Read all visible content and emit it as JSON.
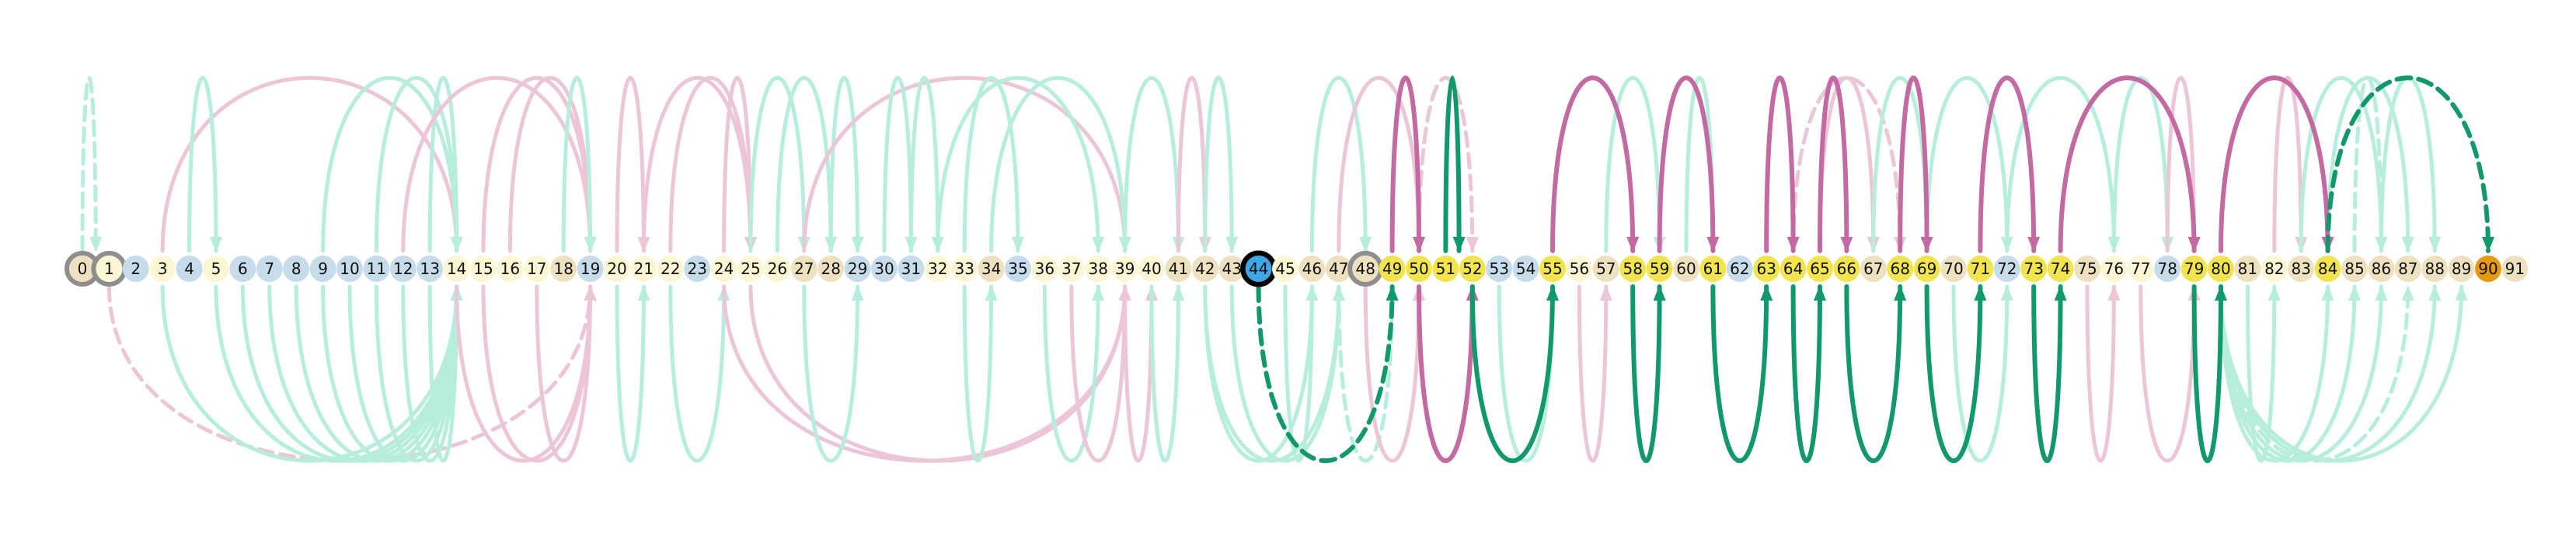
{
  "colors": {
    "light_blue": "#c6dcea",
    "cream": "#fbf6d4",
    "beige": "#eee1bf",
    "yellow": "#f1e44f",
    "orange": "#e69a12",
    "bright_blue": "#3fa7e6",
    "gray_ring": "#8e8e8e",
    "black_ring": "#000000",
    "mint_faded": "#b6eedb",
    "pink_faded": "#ecc6d6",
    "green_strong": "#11996b",
    "magenta_strong": "#c46aa3"
  },
  "nodes": [
    {
      "id": "0",
      "fill": "beige",
      "ring": "gray"
    },
    {
      "id": "1",
      "fill": "cream",
      "ring": "gray"
    },
    {
      "id": "2",
      "fill": "light_blue"
    },
    {
      "id": "3",
      "fill": "cream"
    },
    {
      "id": "4",
      "fill": "light_blue"
    },
    {
      "id": "5",
      "fill": "cream"
    },
    {
      "id": "6",
      "fill": "light_blue"
    },
    {
      "id": "7",
      "fill": "light_blue"
    },
    {
      "id": "8",
      "fill": "light_blue"
    },
    {
      "id": "9",
      "fill": "light_blue"
    },
    {
      "id": "10",
      "fill": "light_blue"
    },
    {
      "id": "11",
      "fill": "light_blue"
    },
    {
      "id": "12",
      "fill": "light_blue"
    },
    {
      "id": "13",
      "fill": "light_blue"
    },
    {
      "id": "14",
      "fill": "cream"
    },
    {
      "id": "15",
      "fill": "cream"
    },
    {
      "id": "16",
      "fill": "cream"
    },
    {
      "id": "17",
      "fill": "cream"
    },
    {
      "id": "18",
      "fill": "beige"
    },
    {
      "id": "19",
      "fill": "light_blue"
    },
    {
      "id": "20",
      "fill": "cream"
    },
    {
      "id": "21",
      "fill": "cream"
    },
    {
      "id": "22",
      "fill": "cream"
    },
    {
      "id": "23",
      "fill": "light_blue"
    },
    {
      "id": "24",
      "fill": "cream"
    },
    {
      "id": "25",
      "fill": "cream"
    },
    {
      "id": "26",
      "fill": "cream"
    },
    {
      "id": "27",
      "fill": "beige"
    },
    {
      "id": "28",
      "fill": "beige"
    },
    {
      "id": "29",
      "fill": "light_blue"
    },
    {
      "id": "30",
      "fill": "light_blue"
    },
    {
      "id": "31",
      "fill": "light_blue"
    },
    {
      "id": "32",
      "fill": "cream"
    },
    {
      "id": "33",
      "fill": "cream"
    },
    {
      "id": "34",
      "fill": "beige"
    },
    {
      "id": "35",
      "fill": "light_blue"
    },
    {
      "id": "36",
      "fill": "cream"
    },
    {
      "id": "37",
      "fill": "cream"
    },
    {
      "id": "38",
      "fill": "cream"
    },
    {
      "id": "39",
      "fill": "cream"
    },
    {
      "id": "40",
      "fill": "cream"
    },
    {
      "id": "41",
      "fill": "beige"
    },
    {
      "id": "42",
      "fill": "beige"
    },
    {
      "id": "43",
      "fill": "beige"
    },
    {
      "id": "44",
      "fill": "bright_blue",
      "ring": "black"
    },
    {
      "id": "45",
      "fill": "cream"
    },
    {
      "id": "46",
      "fill": "beige"
    },
    {
      "id": "47",
      "fill": "beige"
    },
    {
      "id": "48",
      "fill": "beige",
      "ring": "gray"
    },
    {
      "id": "49",
      "fill": "yellow"
    },
    {
      "id": "50",
      "fill": "yellow"
    },
    {
      "id": "51",
      "fill": "yellow"
    },
    {
      "id": "52",
      "fill": "yellow"
    },
    {
      "id": "53",
      "fill": "light_blue"
    },
    {
      "id": "54",
      "fill": "light_blue"
    },
    {
      "id": "55",
      "fill": "yellow"
    },
    {
      "id": "56",
      "fill": "cream"
    },
    {
      "id": "57",
      "fill": "beige"
    },
    {
      "id": "58",
      "fill": "yellow"
    },
    {
      "id": "59",
      "fill": "yellow"
    },
    {
      "id": "60",
      "fill": "beige"
    },
    {
      "id": "61",
      "fill": "yellow"
    },
    {
      "id": "62",
      "fill": "light_blue"
    },
    {
      "id": "63",
      "fill": "yellow"
    },
    {
      "id": "64",
      "fill": "yellow"
    },
    {
      "id": "65",
      "fill": "yellow"
    },
    {
      "id": "66",
      "fill": "yellow"
    },
    {
      "id": "67",
      "fill": "beige"
    },
    {
      "id": "68",
      "fill": "yellow"
    },
    {
      "id": "69",
      "fill": "yellow"
    },
    {
      "id": "70",
      "fill": "beige"
    },
    {
      "id": "71",
      "fill": "yellow"
    },
    {
      "id": "72",
      "fill": "light_blue"
    },
    {
      "id": "73",
      "fill": "yellow"
    },
    {
      "id": "74",
      "fill": "yellow"
    },
    {
      "id": "75",
      "fill": "beige"
    },
    {
      "id": "76",
      "fill": "cream"
    },
    {
      "id": "77",
      "fill": "cream"
    },
    {
      "id": "78",
      "fill": "light_blue"
    },
    {
      "id": "79",
      "fill": "yellow"
    },
    {
      "id": "80",
      "fill": "yellow"
    },
    {
      "id": "81",
      "fill": "beige"
    },
    {
      "id": "82",
      "fill": "cream"
    },
    {
      "id": "83",
      "fill": "beige"
    },
    {
      "id": "84",
      "fill": "yellow"
    },
    {
      "id": "85",
      "fill": "beige"
    },
    {
      "id": "86",
      "fill": "beige"
    },
    {
      "id": "87",
      "fill": "beige"
    },
    {
      "id": "88",
      "fill": "beige"
    },
    {
      "id": "89",
      "fill": "beige"
    },
    {
      "id": "90",
      "fill": "orange"
    },
    {
      "id": "91",
      "fill": "beige"
    }
  ],
  "strong_arcs": [
    {
      "from": 44,
      "to": 49,
      "side": "below",
      "color": "green_strong",
      "dashed": true
    },
    {
      "from": 50,
      "to": 52,
      "side": "below",
      "color": "magenta_strong",
      "dashed": false
    },
    {
      "from": 49,
      "to": 50,
      "side": "above",
      "color": "magenta_strong",
      "dashed": false
    },
    {
      "from": 51,
      "to": 51.5,
      "side": "above",
      "color": "green_strong",
      "dashed": false
    },
    {
      "from": 52,
      "to": 55,
      "side": "below",
      "color": "green_strong",
      "dashed": false
    },
    {
      "from": 55,
      "to": 58,
      "side": "above",
      "color": "magenta_strong",
      "dashed": false
    },
    {
      "from": 59,
      "to": 61,
      "side": "above",
      "color": "magenta_strong",
      "dashed": false
    },
    {
      "from": 58,
      "to": 59,
      "side": "below",
      "color": "green_strong",
      "dashed": false
    },
    {
      "from": 63,
      "to": 64,
      "side": "above",
      "color": "magenta_strong",
      "dashed": false
    },
    {
      "from": 65,
      "to": 66,
      "side": "above",
      "color": "magenta_strong",
      "dashed": false
    },
    {
      "from": 61,
      "to": 63,
      "side": "below",
      "color": "green_strong",
      "dashed": false
    },
    {
      "from": 64,
      "to": 65,
      "side": "below",
      "color": "green_strong",
      "dashed": false
    },
    {
      "from": 66,
      "to": 68,
      "side": "below",
      "color": "green_strong",
      "dashed": false
    },
    {
      "from": 68,
      "to": 69,
      "side": "above",
      "color": "magenta_strong",
      "dashed": false
    },
    {
      "from": 69,
      "to": 71,
      "side": "below",
      "color": "green_strong",
      "dashed": false
    },
    {
      "from": 71,
      "to": 73,
      "side": "above",
      "color": "magenta_strong",
      "dashed": false
    },
    {
      "from": 74,
      "to": 79,
      "side": "above",
      "color": "magenta_strong",
      "dashed": false
    },
    {
      "from": 73,
      "to": 74,
      "side": "below",
      "color": "green_strong",
      "dashed": false
    },
    {
      "from": 80,
      "to": 84,
      "side": "above",
      "color": "magenta_strong",
      "dashed": false
    },
    {
      "from": 79,
      "to": 80,
      "side": "below",
      "color": "green_strong",
      "dashed": false
    },
    {
      "from": 84,
      "to": 90,
      "side": "above",
      "color": "green_strong",
      "dashed": true
    }
  ],
  "faded_arcs": [
    {
      "from": 0,
      "to": 0.5,
      "side": "above",
      "color": "mint_faded",
      "dashed": true
    },
    {
      "from": 1,
      "to": 19,
      "side": "below",
      "color": "pink_faded",
      "dashed": true
    },
    {
      "from": 3,
      "to": 14,
      "side": "above",
      "color": "pink_faded",
      "dashed": false
    },
    {
      "from": 4,
      "to": 5,
      "side": "above",
      "color": "mint_faded",
      "dashed": false
    },
    {
      "from": 3,
      "to": 14,
      "side": "below",
      "color": "mint_faded",
      "dashed": false
    },
    {
      "from": 5,
      "to": 14,
      "side": "below",
      "color": "mint_faded",
      "dashed": false
    },
    {
      "from": 6,
      "to": 14,
      "side": "below",
      "color": "mint_faded",
      "dashed": false
    },
    {
      "from": 7,
      "to": 14,
      "side": "below",
      "color": "mint_faded",
      "dashed": false
    },
    {
      "from": 8,
      "to": 14,
      "side": "below",
      "color": "mint_faded",
      "dashed": false
    },
    {
      "from": 9,
      "to": 14,
      "side": "below",
      "color": "mint_faded",
      "dashed": false
    },
    {
      "from": 10,
      "to": 14,
      "side": "below",
      "color": "mint_faded",
      "dashed": false
    },
    {
      "from": 11,
      "to": 14,
      "side": "below",
      "color": "mint_faded",
      "dashed": false
    },
    {
      "from": 12,
      "to": 14,
      "side": "below",
      "color": "mint_faded",
      "dashed": false
    },
    {
      "from": 13,
      "to": 14,
      "side": "below",
      "color": "mint_faded",
      "dashed": false
    },
    {
      "from": 9,
      "to": 14,
      "side": "above",
      "color": "mint_faded",
      "dashed": false
    },
    {
      "from": 11,
      "to": 14,
      "side": "above",
      "color": "mint_faded",
      "dashed": false
    },
    {
      "from": 13,
      "to": 14,
      "side": "above",
      "color": "mint_faded",
      "dashed": false
    },
    {
      "from": 12,
      "to": 19,
      "side": "above",
      "color": "pink_faded",
      "dashed": false
    },
    {
      "from": 15,
      "to": 19,
      "side": "above",
      "color": "pink_faded",
      "dashed": false
    },
    {
      "from": 16,
      "to": 19,
      "side": "above",
      "color": "pink_faded",
      "dashed": false
    },
    {
      "from": 14,
      "to": 19,
      "side": "below",
      "color": "pink_faded",
      "dashed": false
    },
    {
      "from": 15,
      "to": 19,
      "side": "below",
      "color": "pink_faded",
      "dashed": false
    },
    {
      "from": 17,
      "to": 19,
      "side": "below",
      "color": "pink_faded",
      "dashed": false
    },
    {
      "from": 18,
      "to": 19,
      "side": "above",
      "color": "mint_faded",
      "dashed": false
    },
    {
      "from": 20,
      "to": 21,
      "side": "above",
      "color": "pink_faded",
      "dashed": false
    },
    {
      "from": 21,
      "to": 25,
      "side": "above",
      "color": "pink_faded",
      "dashed": false
    },
    {
      "from": 22,
      "to": 25,
      "side": "above",
      "color": "pink_faded",
      "dashed": false
    },
    {
      "from": 24,
      "to": 25,
      "side": "above",
      "color": "pink_faded",
      "dashed": false
    },
    {
      "from": 20,
      "to": 21,
      "side": "below",
      "color": "mint_faded",
      "dashed": false
    },
    {
      "from": 22,
      "to": 24,
      "side": "below",
      "color": "mint_faded",
      "dashed": false
    },
    {
      "from": 24,
      "to": 39,
      "side": "below",
      "color": "pink_faded",
      "dashed": false
    },
    {
      "from": 25,
      "to": 39,
      "side": "below",
      "color": "pink_faded",
      "dashed": false
    },
    {
      "from": 25,
      "to": 27,
      "side": "above",
      "color": "mint_faded",
      "dashed": false
    },
    {
      "from": 26,
      "to": 28,
      "side": "above",
      "color": "mint_faded",
      "dashed": false
    },
    {
      "from": 27,
      "to": 29,
      "side": "below",
      "color": "mint_faded",
      "dashed": false
    },
    {
      "from": 28,
      "to": 29,
      "side": "above",
      "color": "mint_faded",
      "dashed": false
    },
    {
      "from": 27,
      "to": 39,
      "side": "above",
      "color": "pink_faded",
      "dashed": false
    },
    {
      "from": 30,
      "to": 31,
      "side": "above",
      "color": "mint_faded",
      "dashed": false
    },
    {
      "from": 31,
      "to": 32,
      "side": "above",
      "color": "mint_faded",
      "dashed": false
    },
    {
      "from": 32,
      "to": 38,
      "side": "above",
      "color": "mint_faded",
      "dashed": false
    },
    {
      "from": 33,
      "to": 35,
      "side": "above",
      "color": "mint_faded",
      "dashed": false
    },
    {
      "from": 34,
      "to": 39,
      "side": "above",
      "color": "mint_faded",
      "dashed": false
    },
    {
      "from": 36,
      "to": 38,
      "side": "below",
      "color": "mint_faded",
      "dashed": false
    },
    {
      "from": 33,
      "to": 34,
      "side": "below",
      "color": "mint_faded",
      "dashed": false
    },
    {
      "from": 37,
      "to": 39,
      "side": "below",
      "color": "pink_faded",
      "dashed": false
    },
    {
      "from": 39,
      "to": 41,
      "side": "above",
      "color": "mint_faded",
      "dashed": false
    },
    {
      "from": 39,
      "to": 40,
      "side": "below",
      "color": "pink_faded",
      "dashed": false
    },
    {
      "from": 40,
      "to": 41,
      "side": "below",
      "color": "mint_faded",
      "dashed": false
    },
    {
      "from": 41,
      "to": 42,
      "side": "above",
      "color": "pink_faded",
      "dashed": false
    },
    {
      "from": 42,
      "to": 43,
      "side": "above",
      "color": "mint_faded",
      "dashed": false
    },
    {
      "from": 42,
      "to": 46,
      "side": "below",
      "color": "mint_faded",
      "dashed": false
    },
    {
      "from": 42,
      "to": 47,
      "side": "below",
      "color": "mint_faded",
      "dashed": false
    },
    {
      "from": 43,
      "to": 47,
      "side": "below",
      "color": "mint_faded",
      "dashed": false
    },
    {
      "from": 45,
      "to": 46,
      "side": "below",
      "color": "mint_faded",
      "dashed": false
    },
    {
      "from": 46,
      "to": 48,
      "side": "above",
      "color": "mint_faded",
      "dashed": false
    },
    {
      "from": 47,
      "to": 50,
      "side": "above",
      "color": "pink_faded",
      "dashed": false
    },
    {
      "from": 47,
      "to": 49,
      "side": "below",
      "color": "mint_faded",
      "dashed": true
    },
    {
      "from": 48,
      "to": 50,
      "side": "below",
      "color": "pink_faded",
      "dashed": false
    },
    {
      "from": 50,
      "to": 52,
      "side": "above",
      "color": "pink_faded",
      "dashed": true
    },
    {
      "from": 53,
      "to": 55,
      "side": "below",
      "color": "mint_faded",
      "dashed": false
    },
    {
      "from": 56,
      "to": 57,
      "side": "below",
      "color": "pink_faded",
      "dashed": false
    },
    {
      "from": 57,
      "to": 59,
      "side": "above",
      "color": "mint_faded",
      "dashed": false
    },
    {
      "from": 60,
      "to": 61,
      "side": "above",
      "color": "mint_faded",
      "dashed": false
    },
    {
      "from": 64,
      "to": 68,
      "side": "above",
      "color": "pink_faded",
      "dashed": true
    },
    {
      "from": 65,
      "to": 67,
      "side": "above",
      "color": "pink_faded",
      "dashed": false
    },
    {
      "from": 67,
      "to": 69,
      "side": "above",
      "color": "mint_faded",
      "dashed": false
    },
    {
      "from": 69,
      "to": 72,
      "side": "above",
      "color": "mint_faded",
      "dashed": false
    },
    {
      "from": 70,
      "to": 72,
      "side": "below",
      "color": "mint_faded",
      "dashed": false
    },
    {
      "from": 72,
      "to": 76,
      "side": "above",
      "color": "mint_faded",
      "dashed": false
    },
    {
      "from": 75,
      "to": 76,
      "side": "below",
      "color": "pink_faded",
      "dashed": false
    },
    {
      "from": 76,
      "to": 78,
      "side": "above",
      "color": "mint_faded",
      "dashed": false
    },
    {
      "from": 77,
      "to": 79,
      "side": "below",
      "color": "pink_faded",
      "dashed": false
    },
    {
      "from": 78,
      "to": 79,
      "side": "above",
      "color": "pink_faded",
      "dashed": false
    },
    {
      "from": 81,
      "to": 82,
      "side": "below",
      "color": "mint_faded",
      "dashed": false
    },
    {
      "from": 82,
      "to": 83,
      "side": "above",
      "color": "pink_faded",
      "dashed": false
    },
    {
      "from": 83,
      "to": 86,
      "side": "above",
      "color": "mint_faded",
      "dashed": false
    },
    {
      "from": 84,
      "to": 87,
      "side": "above",
      "color": "mint_faded",
      "dashed": false
    },
    {
      "from": 85,
      "to": 86,
      "side": "above",
      "color": "mint_faded",
      "dashed": true
    },
    {
      "from": 86,
      "to": 88,
      "side": "above",
      "color": "mint_faded",
      "dashed": false
    },
    {
      "from": 80,
      "to": 84,
      "side": "below",
      "color": "mint_faded",
      "dashed": false
    },
    {
      "from": 80,
      "to": 85,
      "side": "below",
      "color": "mint_faded",
      "dashed": false
    },
    {
      "from": 80,
      "to": 86,
      "side": "below",
      "color": "mint_faded",
      "dashed": false
    },
    {
      "from": 80,
      "to": 87,
      "side": "below",
      "color": "mint_faded",
      "dashed": true
    },
    {
      "from": 80,
      "to": 88,
      "side": "below",
      "color": "mint_faded",
      "dashed": false
    },
    {
      "from": 80,
      "to": 89,
      "side": "below",
      "color": "mint_faded",
      "dashed": false
    }
  ]
}
